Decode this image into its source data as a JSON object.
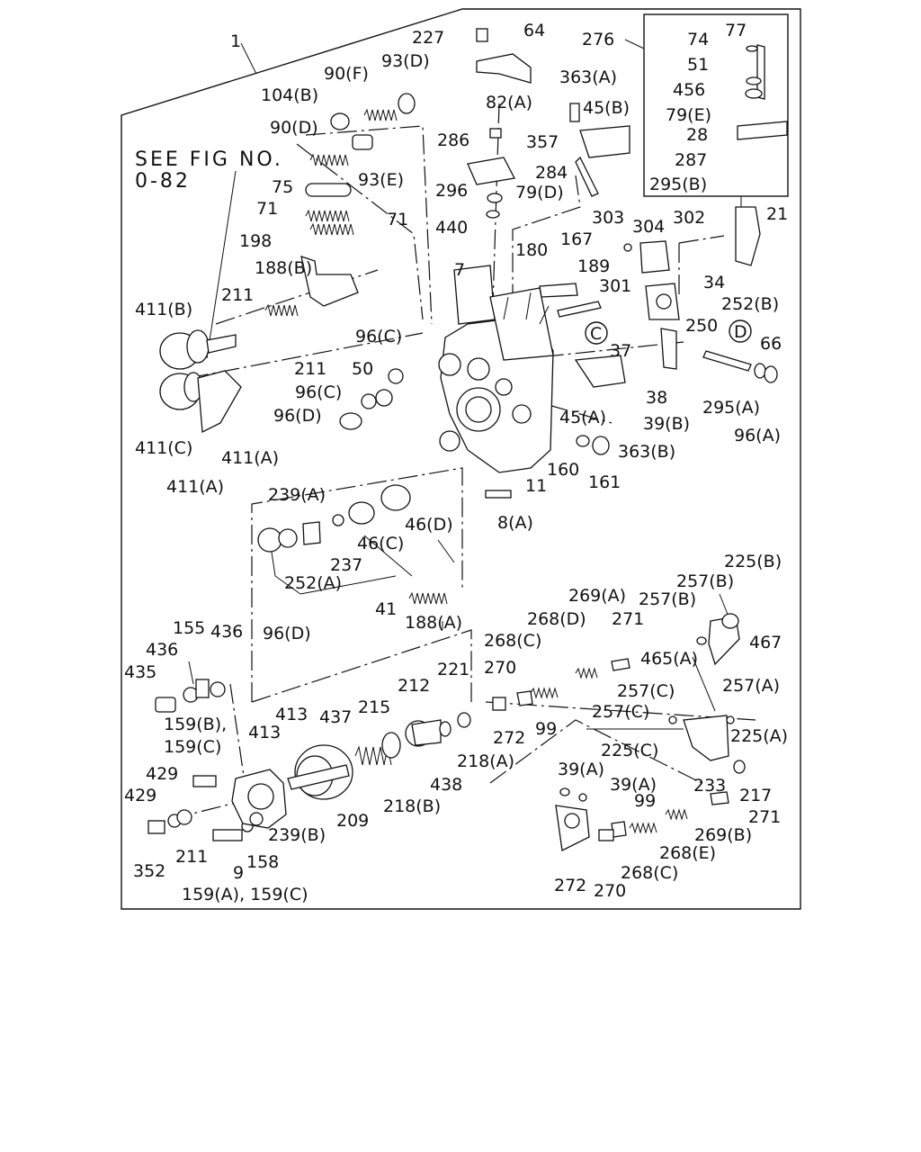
{
  "see_fig": {
    "line1": "SEE FIG NO.",
    "line2": "0-82"
  },
  "callouts": {
    "c1": "1",
    "c227": "227",
    "c64": "64",
    "c276": "276",
    "c77": "77",
    "c74": "74",
    "c51": "51",
    "c456": "456",
    "c79E": "79(E)",
    "c28": "28",
    "c287": "287",
    "c295B": "295(B)",
    "c90F": "90(F)",
    "c93D": "93(D)",
    "c104B": "104(B)",
    "c363A": "363(A)",
    "c82A": "82(A)",
    "c45B": "45(B)",
    "c90D": "90(D)",
    "c286": "286",
    "c357": "357",
    "c284": "284",
    "c93E": "93(E)",
    "c296": "296",
    "c79D": "79(D)",
    "c75": "75",
    "c71a": "71",
    "c71b": "71",
    "c440": "440",
    "c303": "303",
    "c304": "304",
    "c302": "302",
    "c21": "21",
    "c198": "198",
    "c167": "167",
    "c180": "180",
    "c189": "189",
    "c188B": "188(B)",
    "c7": "7",
    "c34": "34",
    "c211a": "211",
    "c301": "301",
    "c252B": "252(B)",
    "c411B": "411(B)",
    "c250": "250",
    "cC": "C",
    "cD": "D",
    "c96C1": "96(C)",
    "c37": "37",
    "c66": "66",
    "c50": "50",
    "c211b": "211",
    "c96C2": "96(C)",
    "c38": "38",
    "c295A": "295(A)",
    "c96D1": "96(D)",
    "c45A": "45(A)",
    "c39B": "39(B)",
    "c96A": "96(A)",
    "c411C": "411(C)",
    "c411A1": "411(A)",
    "c363B": "363(B)",
    "c160": "160",
    "c161": "161",
    "c411A2": "411(A)",
    "c11": "11",
    "c239A": "239(A)",
    "c8A": "8(A)",
    "c46D": "46(D)",
    "c46C": "46(C)",
    "c237": "237",
    "c252A": "252(A)",
    "c41": "41",
    "c188A": "188(A)",
    "c96D2": "96(D)",
    "c225B": "225(B)",
    "c257B1": "257(B)",
    "c269A": "269(A)",
    "c257B2": "257(B)",
    "c268D": "268(D)",
    "c271a": "271",
    "c467": "467",
    "c155": "155",
    "c436a": "436",
    "c436b": "436",
    "c268C1": "268(C)",
    "c465A": "465(A)",
    "c435": "435",
    "c221": "221",
    "c270a": "270",
    "c257A": "257(A)",
    "c212": "212",
    "c257C1": "257(C)",
    "c413a": "413",
    "c437": "437",
    "c215": "215",
    "c99a": "99",
    "c257C2": "257(C)",
    "c159B": "159(B),",
    "c413b": "413",
    "c272a": "272",
    "c225A": "225(A)",
    "c159C": "159(C)",
    "c218A": "218(A)",
    "c225C": "225(C)",
    "c438": "438",
    "c39A1": "39(A)",
    "c233": "233",
    "c429a": "429",
    "c218B": "218(B)",
    "c39A2": "39(A)",
    "c217": "217",
    "c429b": "429",
    "c239B": "239(B)",
    "c209": "209",
    "c99b": "99",
    "c271b": "271",
    "c269B": "269(B)",
    "c211c": "211",
    "c268E": "268(E)",
    "c352": "352",
    "c9": "9",
    "c158": "158",
    "c268C2": "268(C)",
    "c272b": "272",
    "c270b": "270",
    "c159AC": "159(A), 159(C)"
  }
}
